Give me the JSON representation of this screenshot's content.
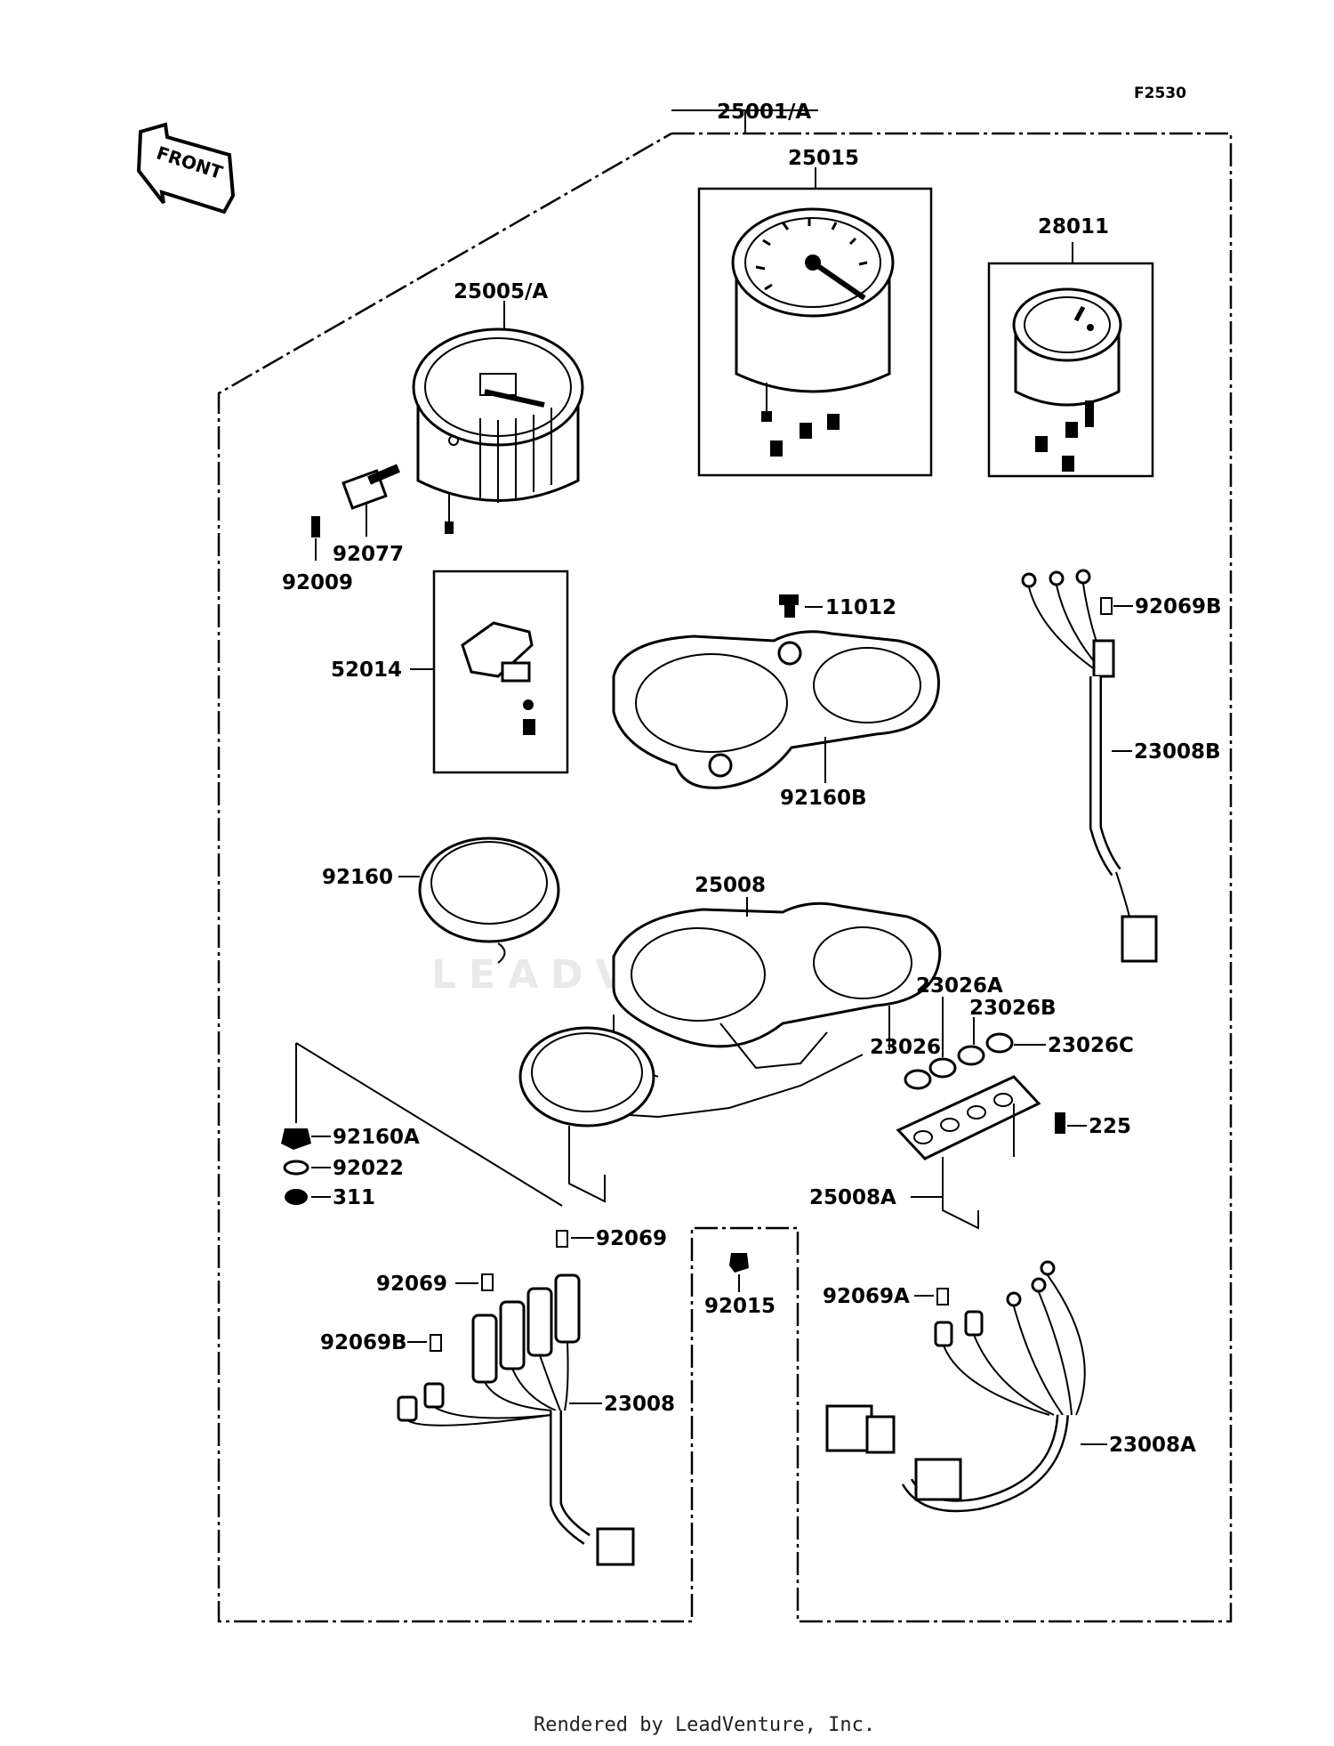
{
  "figure_code": "F2530",
  "front_label": "FRONT",
  "watermark": "LEADVENTURE",
  "footer": "Rendered by LeadVenture, Inc.",
  "callouts": {
    "c25001A": "25001/A",
    "c25015": "25015",
    "c28011": "28011",
    "c25005A": "25005/A",
    "c92077": "92077",
    "c92009": "92009",
    "c11012": "11012",
    "c92069B_top": "92069B",
    "c52014": "52014",
    "c23008B": "23008B",
    "c92160B": "92160B",
    "c92160": "92160",
    "c25008": "25008",
    "c23026A": "23026A",
    "c23026B": "23026B",
    "c23026": "23026",
    "c23026C": "23026C",
    "c225": "225",
    "c92160A": "92160A",
    "c92022": "92022",
    "c311": "311",
    "c25008A": "25008A",
    "c92069_top": "92069",
    "c92069_mid": "92069",
    "c92069B_bot": "92069B",
    "c92015": "92015",
    "c92069A": "92069A",
    "c23008": "23008",
    "c23008A": "23008A"
  }
}
